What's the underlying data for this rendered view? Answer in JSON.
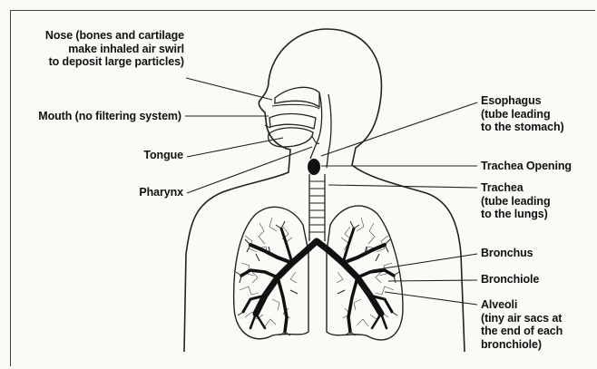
{
  "labels": {
    "nose": "Nose (bones and cartilage\nmake inhaled air swirl\nto deposit large particles)",
    "mouth": "Mouth (no filtering system)",
    "tongue": "Tongue",
    "pharynx": "Pharynx",
    "esophagus": "Esophagus\n(tube leading\nto the stomach)",
    "trachea_opening": "Trachea Opening",
    "trachea": "Trachea\n(tube leading\nto the lungs)",
    "bronchus": "Bronchus",
    "bronchiole": "Bronchiole",
    "alveoli": "Alveoli\n(tiny air sacs at\nthe end of each\nbronchiole)"
  }
}
